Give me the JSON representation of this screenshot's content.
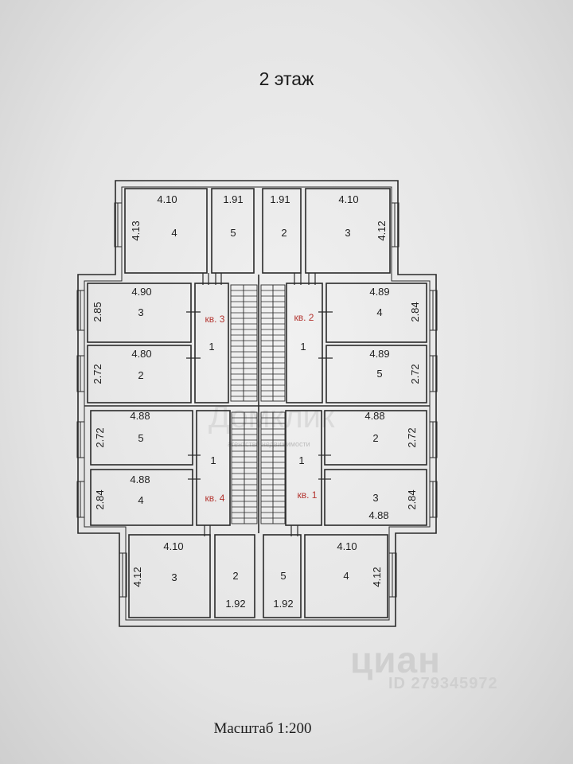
{
  "title": "2 этаж",
  "scale": "Масштаб 1:200",
  "watermark": {
    "brand": "циан",
    "id": "ID 279345972",
    "bg_brand": "Домклик",
    "bg_sub": "агентство недвижимости"
  },
  "apartments": [
    "кв. 3",
    "кв. 2",
    "кв. 4",
    "кв. 1"
  ],
  "rooms": [
    {
      "num": "4",
      "a": "4.10",
      "b": "4.13"
    },
    {
      "num": "5",
      "a": "1.91"
    },
    {
      "num": "2",
      "a": "1.91"
    },
    {
      "num": "3",
      "a": "4.10",
      "b": "4.12"
    },
    {
      "num": "3",
      "a": "4.90",
      "b": "2.85"
    },
    {
      "num": "2",
      "a": "4.80",
      "b": "2.72"
    },
    {
      "num": "1"
    },
    {
      "num": "1"
    },
    {
      "num": "4",
      "a": "4.89",
      "b": "2.84"
    },
    {
      "num": "5",
      "a": "4.89",
      "b": "2.72"
    },
    {
      "num": "5",
      "a": "4.88",
      "b": "2.72"
    },
    {
      "num": "4",
      "a": "4.88",
      "b": "2.84"
    },
    {
      "num": "1"
    },
    {
      "num": "1"
    },
    {
      "num": "2",
      "a": "4.88",
      "b": "2.72"
    },
    {
      "num": "3",
      "a": "4.88",
      "b": "2.84"
    },
    {
      "num": "3",
      "a": "4.10",
      "b": "4.12"
    },
    {
      "num": "2",
      "a": "1.92"
    },
    {
      "num": "5",
      "a": "1.92"
    },
    {
      "num": "4",
      "a": "4.10",
      "b": "4.12"
    }
  ]
}
